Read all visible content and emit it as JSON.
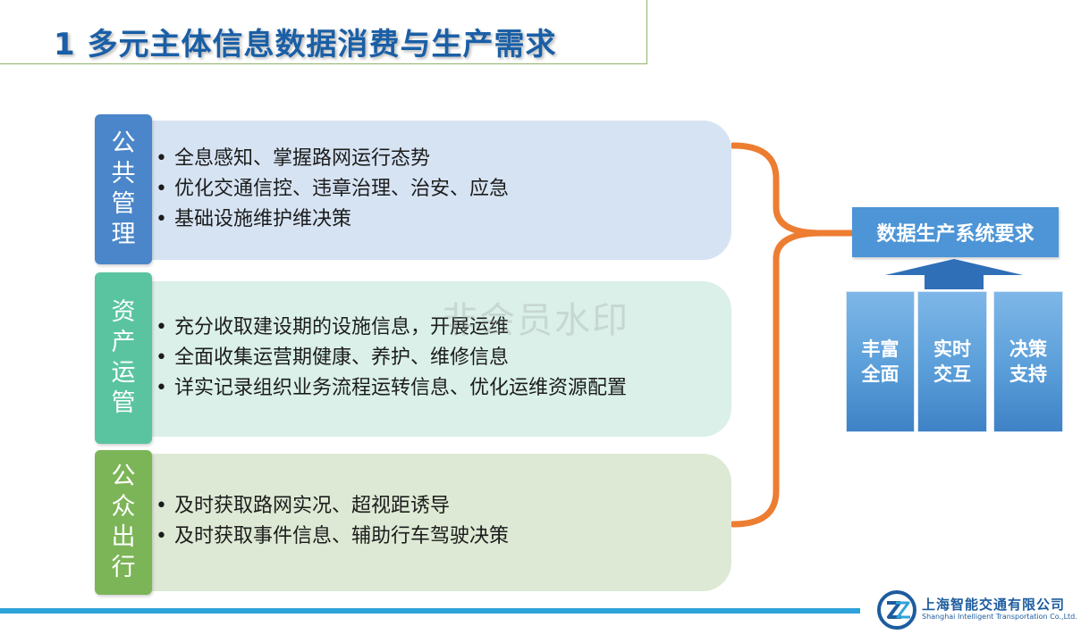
{
  "title": "1  多元主体信息数据消费与生产需求",
  "rows": [
    {
      "label": [
        "公",
        "共",
        "管",
        "理"
      ],
      "items": [
        "全息感知、掌握路网运行态势",
        "优化交通信控、违章治理、治安、应急",
        "基础设施维护维决策"
      ],
      "tab_color": "#4a86c9",
      "panel_color": "#d6e3f3"
    },
    {
      "label": [
        "资",
        "产",
        "运",
        "管"
      ],
      "items": [
        "充分收取建设期的设施信息，开展运维",
        "全面收集运营期健康、养护、维修信息",
        "详实记录组织业务流程运转信息、优化运维资源配置"
      ],
      "tab_color": "#5ac4a0",
      "panel_color": "#daf0e8"
    },
    {
      "label": [
        "公",
        "众",
        "出",
        "行"
      ],
      "items": [
        "及时获取路网实况、超视距诱导",
        "及时获取事件信息、辅助行车驾驶决策"
      ],
      "tab_color": "#7cb558",
      "panel_color": "#dde9d4"
    }
  ],
  "watermark": "非会员水印",
  "requirement": "数据生产系统要求",
  "pillars": [
    [
      "丰富",
      "全面"
    ],
    [
      "实时",
      "交互"
    ],
    [
      "决策",
      "支持"
    ]
  ],
  "company": {
    "name_cn": "上海智能交通有限公司",
    "name_en": "Shanghai Intelligent Transportation Co.,Ltd."
  },
  "colors": {
    "title": "#1a5fa6",
    "brace": "#ed7d31",
    "requirement_box": "#4d95d6",
    "arrow": "#2f6fb8",
    "footer_line": "#2fa3da"
  }
}
